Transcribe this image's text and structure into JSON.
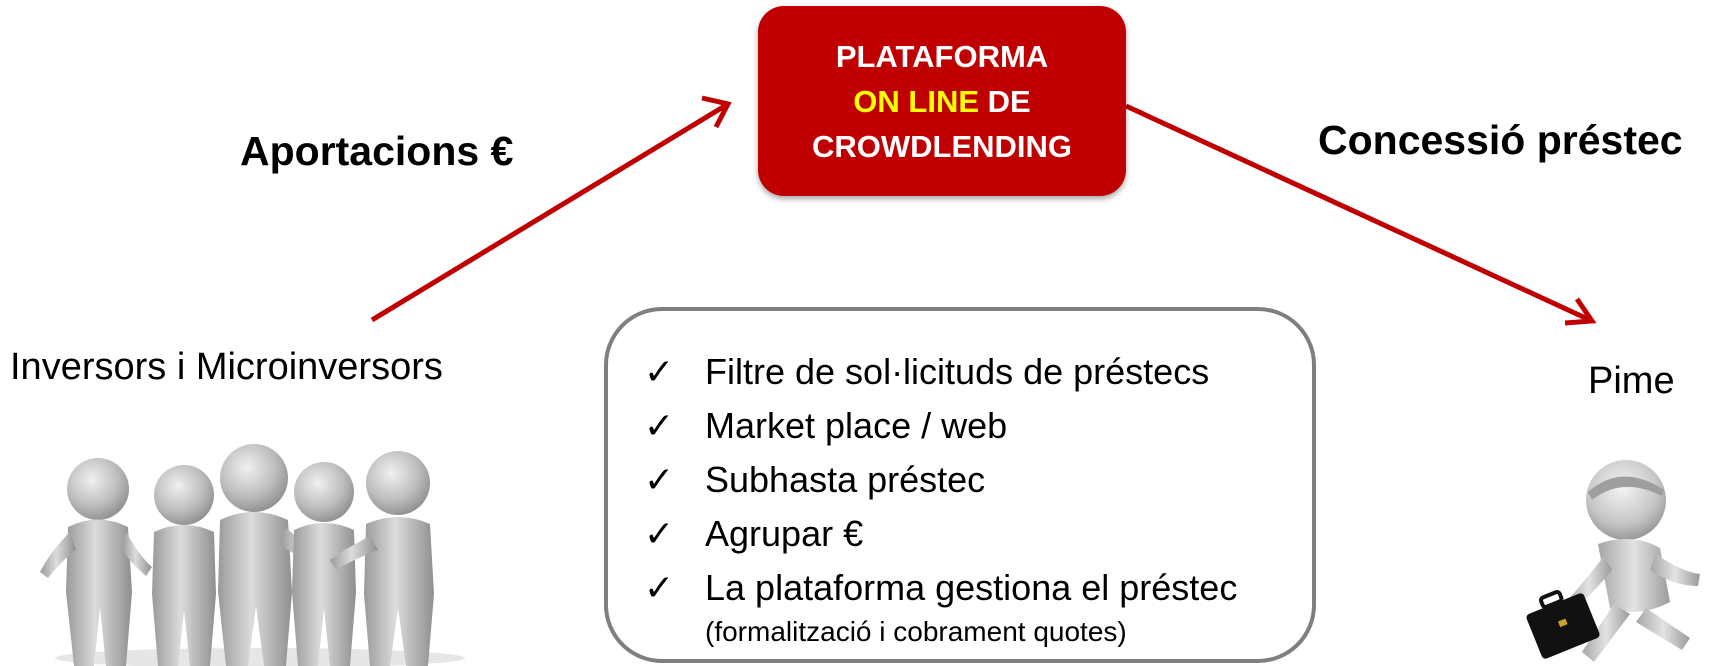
{
  "platform": {
    "line1": "PLATAFORMA",
    "line2_highlight": "ON LINE",
    "line2_rest": " DE",
    "line3": "CROWDLENDING",
    "box_color": "#c00000",
    "highlight_color": "#ffff00"
  },
  "left_arrow_label": "Aportacions €",
  "right_arrow_label": "Concessió préstec",
  "investors_label": "Inversors i Microinversors",
  "sme_label": "Pime",
  "features": {
    "check_symbol": "✓",
    "items": [
      {
        "text": "Filtre de sol·licituds de préstecs"
      },
      {
        "text": "Market place / web"
      },
      {
        "text": "Subhasta préstec"
      },
      {
        "text": "Agrupar €"
      },
      {
        "text": "La plataforma gestiona el préstec",
        "sub": "(formalització i cobrament quotes)"
      }
    ]
  },
  "arrow_color": "#c00000",
  "icons": [
    "people-group-icon",
    "businessperson-briefcase-icon"
  ]
}
